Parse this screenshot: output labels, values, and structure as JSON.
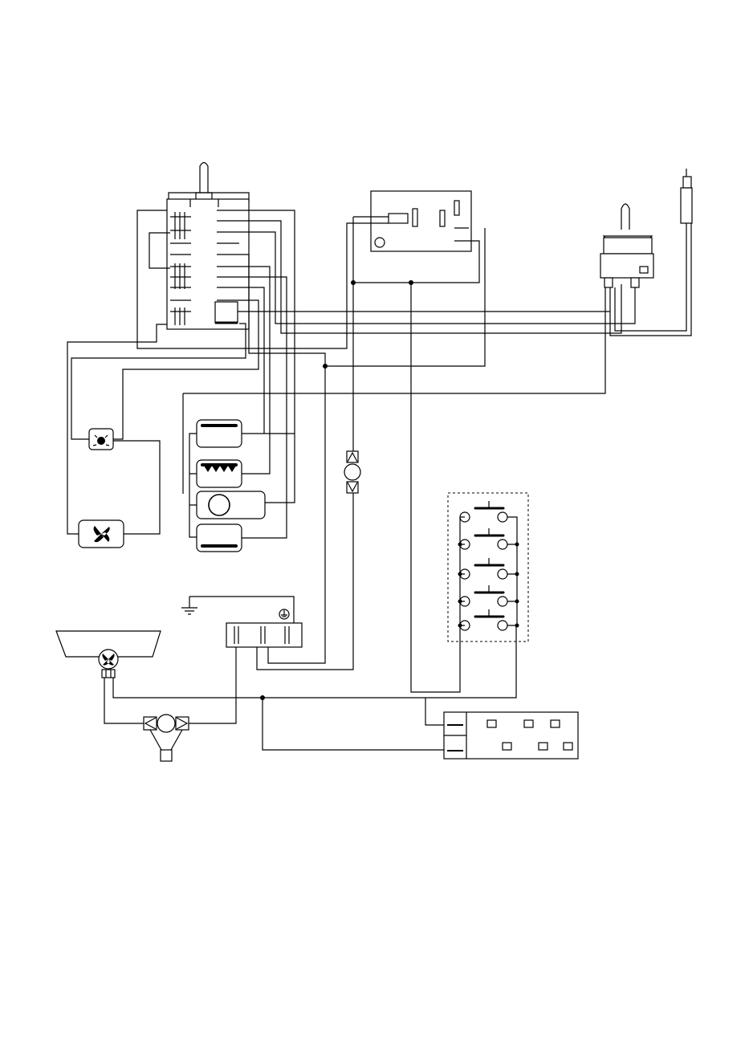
{
  "diagram": {
    "kind": "wiring-schematic",
    "colors": {
      "line": "#000000",
      "background": "#ffffff"
    },
    "components": [
      {
        "id": "selector-switch",
        "icon": "rotary-selector-switch-icon"
      },
      {
        "id": "ignition-module",
        "icon": "ignition-control-box-icon"
      },
      {
        "id": "thermostat",
        "icon": "oven-thermostat-icon"
      },
      {
        "id": "thermocouple",
        "icon": "thermocouple-probe-icon"
      },
      {
        "id": "oven-lamp",
        "icon": "oven-lamp-icon"
      },
      {
        "id": "cooling-fan",
        "icon": "cooling-fan-icon"
      },
      {
        "id": "top-element",
        "icon": "heating-element-top-icon"
      },
      {
        "id": "grill-element",
        "icon": "grill-element-icon"
      },
      {
        "id": "circular-element",
        "icon": "circular-fan-element-icon"
      },
      {
        "id": "bottom-element",
        "icon": "heating-element-bottom-icon"
      },
      {
        "id": "spark-generator",
        "icon": "spark-generator-icon"
      },
      {
        "id": "ignition-buttons",
        "icon": "burner-ignition-buttons-icon",
        "count": 5
      },
      {
        "id": "earth",
        "icon": "ground-icon"
      },
      {
        "id": "main-terminal",
        "icon": "mains-terminal-block-icon"
      },
      {
        "id": "hood-fan-motor",
        "icon": "fan-motor-icon"
      },
      {
        "id": "turnspit-motor",
        "icon": "rotisserie-motor-icon"
      },
      {
        "id": "hob-terminal",
        "icon": "hob-terminal-block-icon"
      }
    ]
  }
}
